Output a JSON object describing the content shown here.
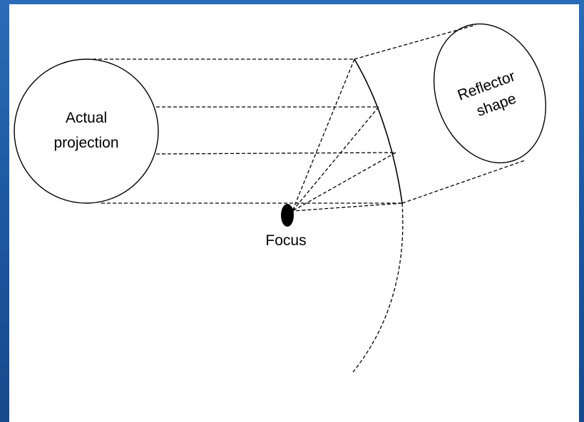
{
  "diagram": {
    "labels": {
      "actual_projection_line1": "Actual",
      "actual_projection_line2": "projection",
      "reflector_shape_line1": "Reflector",
      "reflector_shape_line2": "shape",
      "focus": "Focus"
    },
    "colors": {
      "background": "#1f5fa8",
      "panel": "#ffffff",
      "ink": "#000000"
    }
  }
}
